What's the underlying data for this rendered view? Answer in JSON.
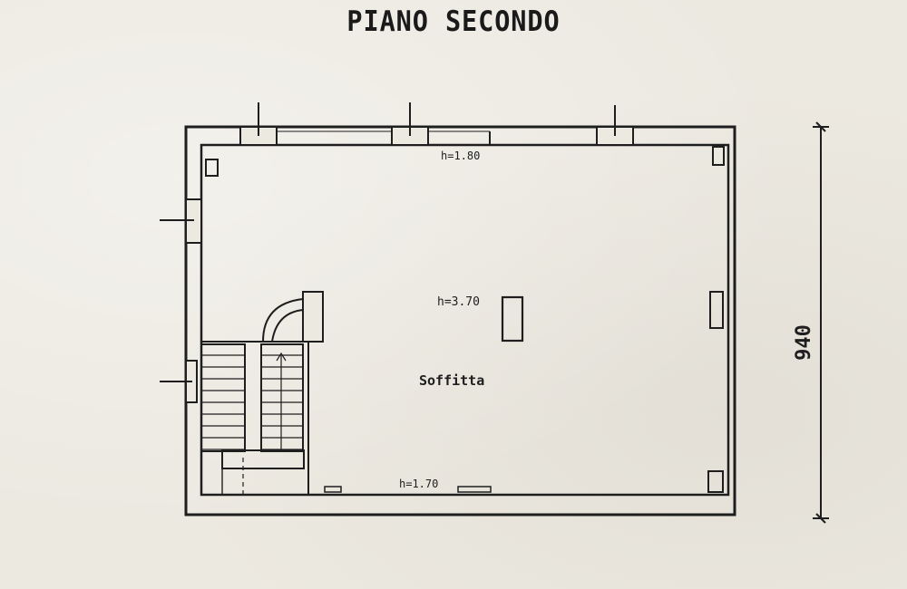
{
  "title": "PIANO SECONDO",
  "room_name": "Soffitta",
  "height_top": "h=1.80",
  "height_center": "h=3.70",
  "height_bottom": "h=1.70",
  "dimension_vertical": "940",
  "colors": {
    "paper": "#ece9e1",
    "ink": "#1e1e1e"
  }
}
